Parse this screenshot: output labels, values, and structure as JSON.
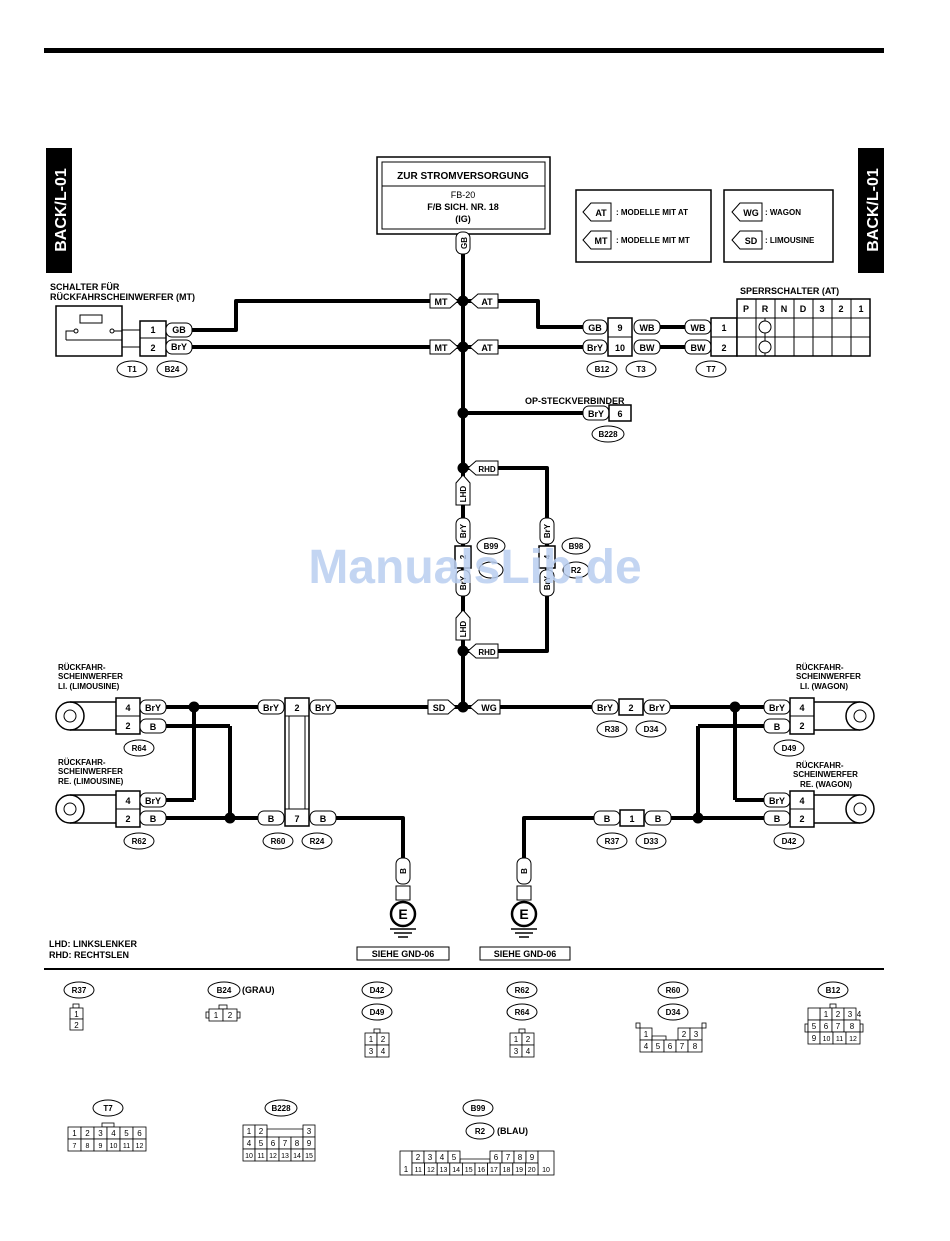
{
  "side_tab": "BACK/L-01",
  "power_box": {
    "title": "ZUR STROMVERSORGUNG",
    "line1": "FB-20",
    "line2": "F/B SICH. NR. 18",
    "line3": "(IG)"
  },
  "legend_trans": [
    {
      "code": "AT",
      "text": ": MODELLE MIT AT"
    },
    {
      "code": "MT",
      "text": ": MODELLE MIT MT"
    }
  ],
  "legend_body": [
    {
      "code": "WG",
      "text": ": WAGON"
    },
    {
      "code": "SD",
      "text": ": LIMOUSINE"
    }
  ],
  "mt_switch": {
    "title1": "SCHALTER FÜR",
    "title2": "RÜCKFAHRSCHEINWERFER (MT)",
    "pins": [
      "1",
      "2"
    ],
    "wires": [
      "GB",
      "BrY"
    ],
    "conns": [
      "T1",
      "B24"
    ]
  },
  "at_switch": {
    "title": "SPERRSCHALTER (AT)",
    "positions": [
      "P",
      "R",
      "N",
      "D",
      "3",
      "2",
      "1"
    ],
    "pins": [
      "1",
      "2"
    ],
    "conn": "T7"
  },
  "fuse_wire": "GB",
  "tags": {
    "mt": "MT",
    "at": "AT",
    "rhd": "RHD",
    "lhd": "LHD",
    "sd": "SD",
    "wg": "WG"
  },
  "right_harness": {
    "w1": "GB",
    "p1": "9",
    "w1b": "WB",
    "w2": "BrY",
    "p2": "10",
    "w2b": "BW",
    "sw1": "WB",
    "sw2": "BW",
    "conns": [
      "B12",
      "T3"
    ]
  },
  "op": {
    "title": "OP-STECKVERBINDER",
    "wire": "BrY",
    "pin": "6",
    "conn": "B228"
  },
  "mid": {
    "wire": "BrY",
    "b99": "B99",
    "b98": "B98",
    "pin2": "2",
    "pin4": "4",
    "r2": "R2"
  },
  "left_upper": {
    "title1": "RÜCKFAHR-",
    "title2": "SCHEINWERFER",
    "title3": "LI. (LIMOUSINE)",
    "pins": [
      "4",
      "2"
    ],
    "wires": [
      "BrY",
      "B"
    ],
    "conn": "R64"
  },
  "left_lower": {
    "title1": "RÜCKFAHR-",
    "title2": "SCHEINWERFER",
    "title3": "RE. (LIMOUSINE)",
    "pins": [
      "4",
      "2"
    ],
    "wires": [
      "BrY",
      "B"
    ],
    "conn": "R62"
  },
  "left_joint": {
    "w_top_l": "BrY",
    "pin_top": "2",
    "w_top_r": "BrY",
    "w_bot_l": "B",
    "pin_bot": "7",
    "w_bot_r": "B",
    "conns": [
      "R60",
      "R24"
    ]
  },
  "right_upper": {
    "title1": "RÜCKFAHR-",
    "title2": "SCHEINWERFER",
    "title3": "LI. (WAGON)",
    "pins": [
      "4",
      "2"
    ],
    "wires": [
      "BrY",
      "B"
    ],
    "conn": "D49"
  },
  "right_lower": {
    "title1": "RÜCKFAHR-",
    "title2": "SCHEINWERFER",
    "title3": "RE. (WAGON)",
    "pins": [
      "4",
      "2"
    ],
    "wires": [
      "BrY",
      "B"
    ],
    "conn": "D42"
  },
  "right_joint": {
    "w_top_l": "BrY",
    "pin_top": "2",
    "w_top_r": "BrY",
    "w_bot_l": "B",
    "pin_bot": "1",
    "w_bot_r": "B",
    "conns_top": [
      "R38",
      "D34"
    ],
    "conns_bot": [
      "R37",
      "D33"
    ]
  },
  "grounds": {
    "wire": "B",
    "symbol": "E",
    "label": "SIEHE GND-06"
  },
  "notes": [
    "LHD: LINKSLENKER",
    "RHD: RECHTSLEN"
  ],
  "watermark": "ManualsLib.de",
  "connector_views": {
    "r37": {
      "label": "R37",
      "cells": [
        "1",
        "2"
      ]
    },
    "b24": {
      "label": "B24",
      "suffix": "(GRAU)",
      "cells": [
        "1",
        "2"
      ]
    },
    "d42": {
      "label": "D42",
      "label2": "D49",
      "cells": [
        "1",
        "2",
        "3",
        "4"
      ]
    },
    "r62": {
      "label": "R62",
      "label2": "R64",
      "cells": [
        "1",
        "2",
        "3",
        "4"
      ]
    },
    "r60": {
      "label": "R60",
      "label2": "D34",
      "cells": [
        "1",
        "2",
        "3",
        "4",
        "5",
        "6",
        "7",
        "8"
      ]
    },
    "b12": {
      "label": "B12",
      "cells": [
        "1",
        "2",
        "3",
        "4",
        "5",
        "6",
        "7",
        "8",
        "9",
        "10",
        "11",
        "12"
      ]
    },
    "t7": {
      "label": "T7",
      "cells": [
        "1",
        "2",
        "3",
        "4",
        "5",
        "6",
        "7",
        "8",
        "9",
        "10",
        "11",
        "12"
      ]
    },
    "b228": {
      "label": "B228",
      "cells": [
        "1",
        "2",
        "3",
        "4",
        "5",
        "6",
        "7",
        "8",
        "9",
        "10",
        "11",
        "12",
        "13",
        "14",
        "15"
      ]
    },
    "b99": {
      "label": "B99",
      "label2": "R2",
      "suffix": "(BLAU)",
      "cells": [
        "1",
        "2",
        "3",
        "4",
        "5",
        "6",
        "7",
        "8",
        "9",
        "10",
        "11",
        "12",
        "13",
        "14",
        "15",
        "16",
        "17",
        "18",
        "19",
        "20"
      ]
    }
  }
}
